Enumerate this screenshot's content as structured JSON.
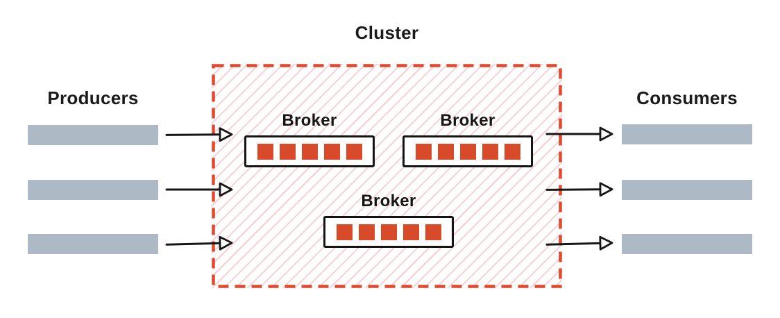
{
  "diagram": {
    "cluster": {
      "label": "Cluster",
      "brokers": [
        {
          "label": "Broker",
          "partition_count": 5
        },
        {
          "label": "Broker",
          "partition_count": 5
        },
        {
          "label": "Broker",
          "partition_count": 5
        }
      ]
    },
    "producers": {
      "label": "Producers",
      "count": 3
    },
    "consumers": {
      "label": "Consumers",
      "count": 3
    },
    "flows": {
      "producer_arrow_count": 3,
      "consumer_arrow_count": 3,
      "direction": "left-to-right"
    },
    "colors": {
      "accent_red": "#e2492c",
      "partition_red": "#d94a2b",
      "hatch_pink": "#f8ccd3",
      "bar_gray": "#adbac5",
      "ink_black": "#141414"
    }
  }
}
